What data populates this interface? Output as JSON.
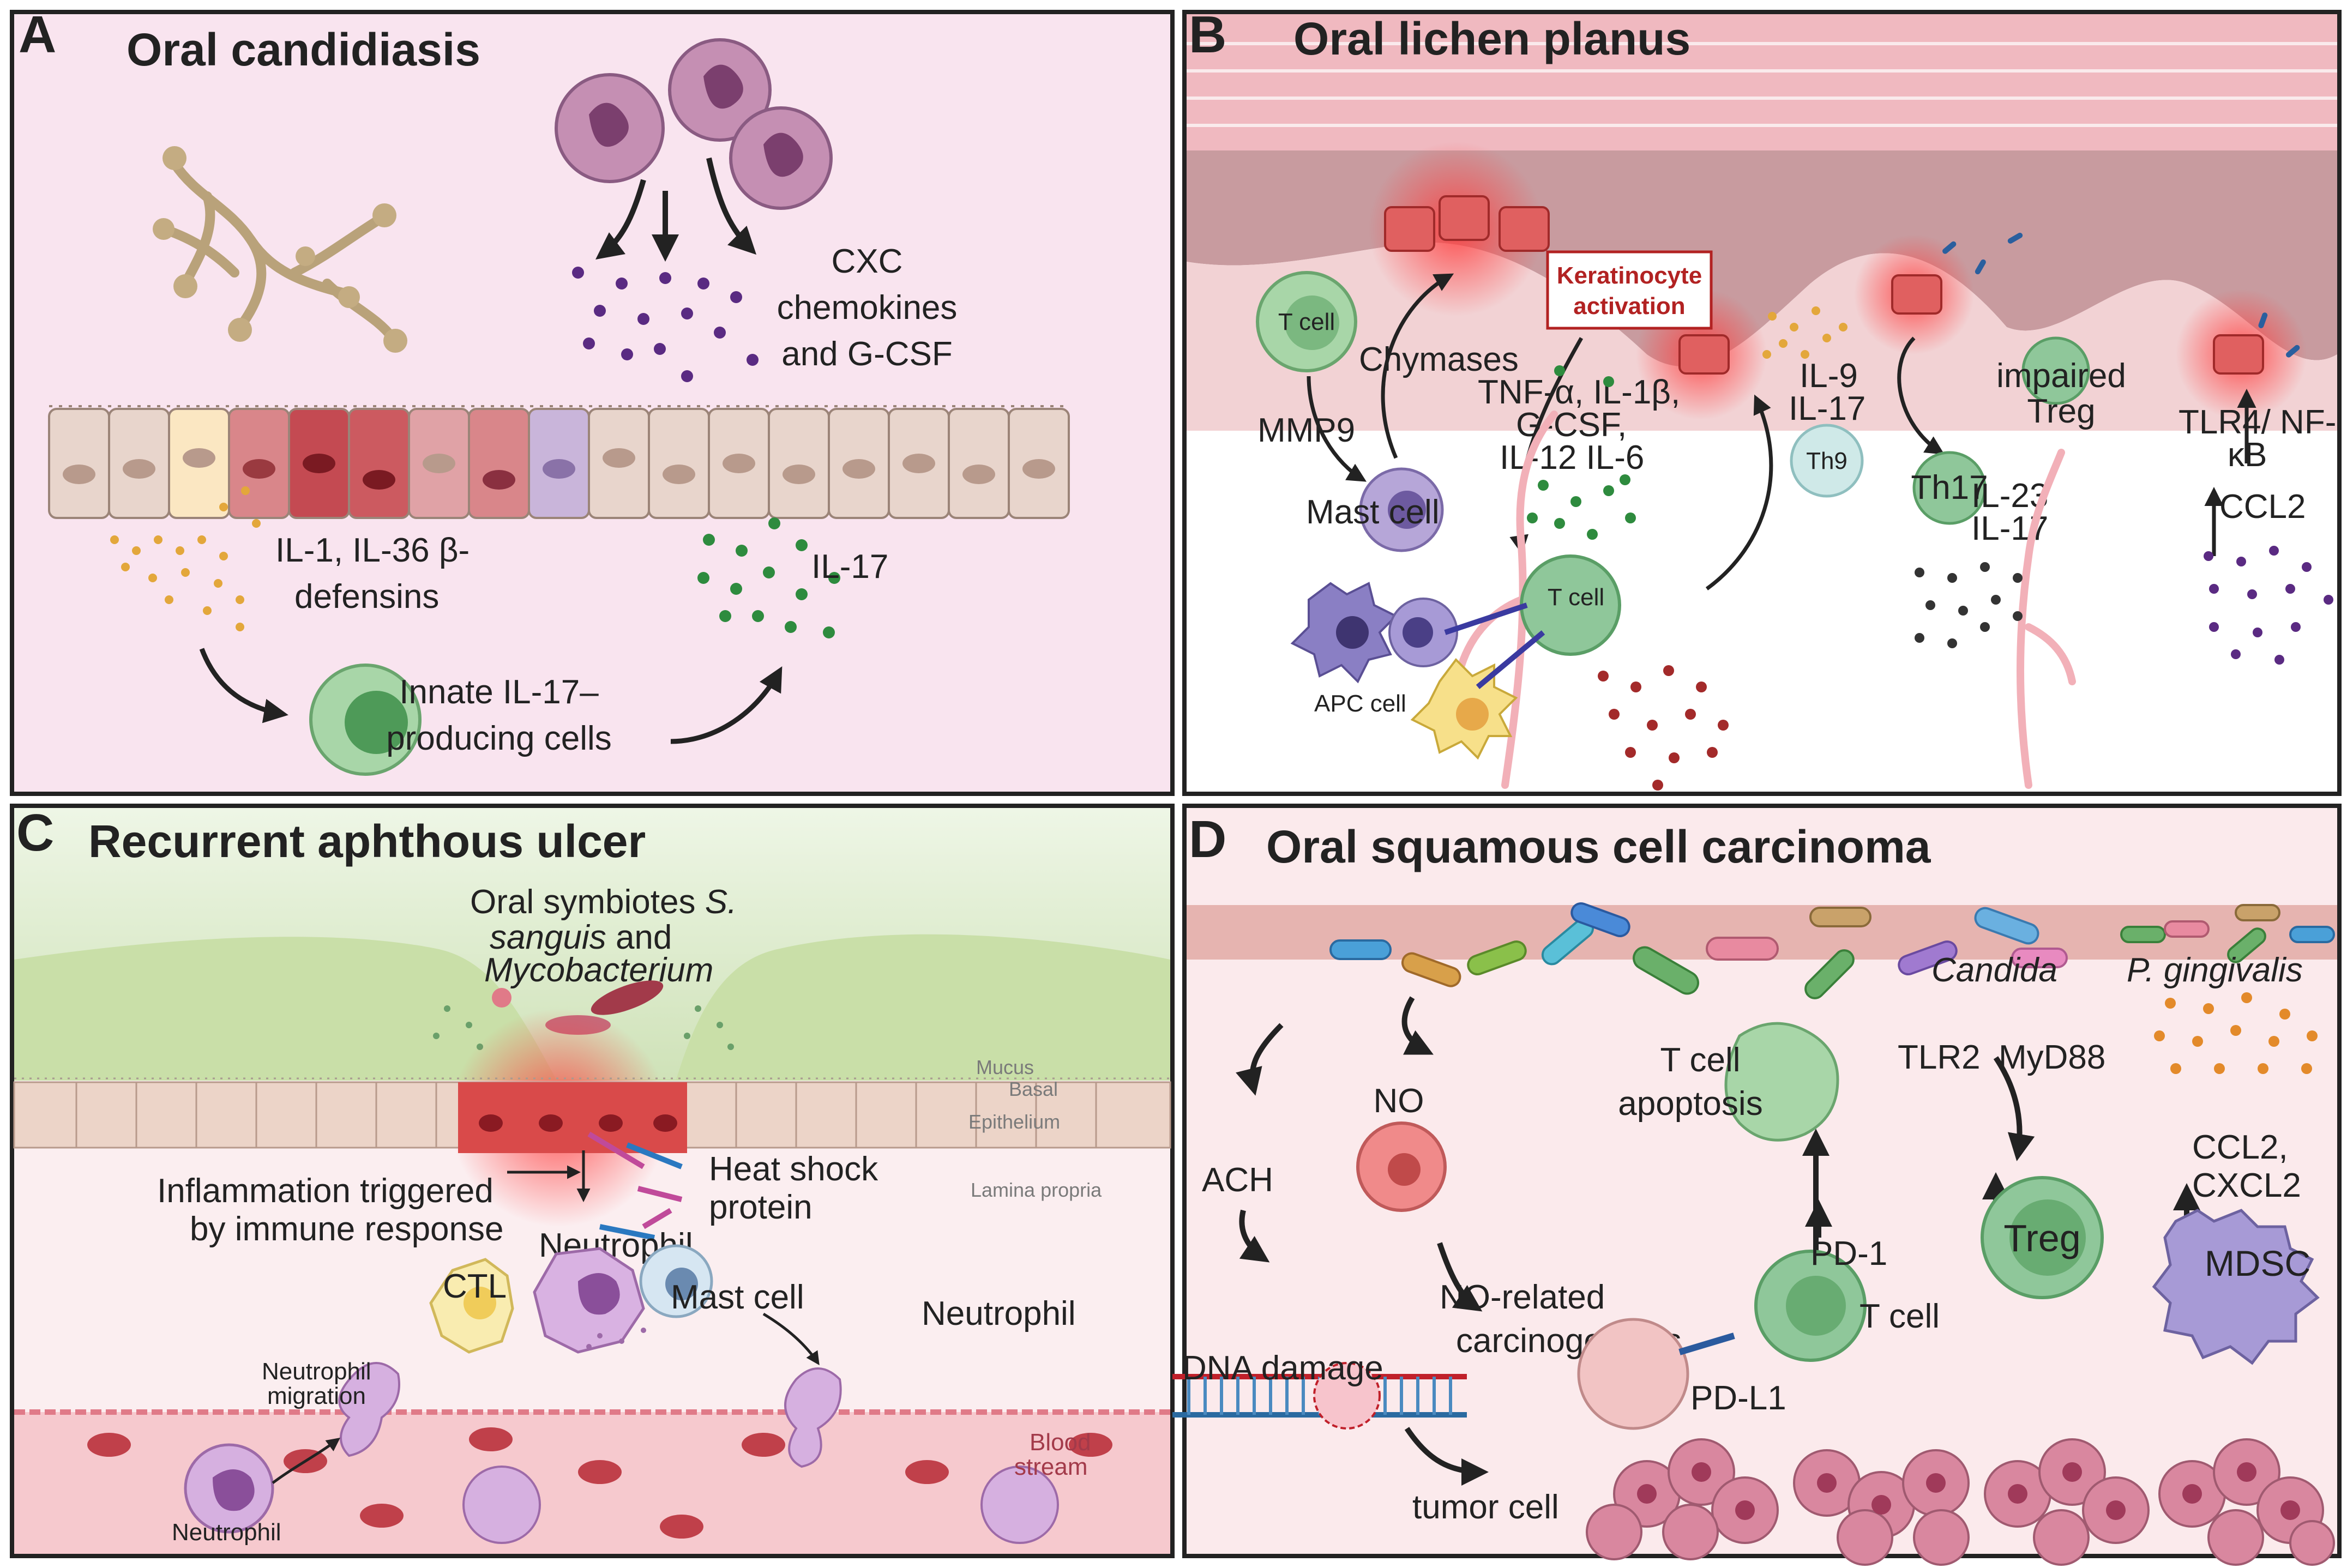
{
  "panels": {
    "a": {
      "letter": "A",
      "title": "Oral candidiasis",
      "cxc_lines": [
        "CXC",
        "chemokines",
        "and G-CSF"
      ],
      "il1_lines": [
        "IL-1, IL-36 β-",
        "defensins"
      ],
      "il17": "IL-17",
      "innate_lines": [
        "Innate IL-17–",
        "producing cells"
      ]
    },
    "b": {
      "letter": "B",
      "title": "Oral lichen planus",
      "keratinocyte_lines": [
        "Keratinocyte",
        "activation"
      ],
      "t_cell_top": "T cell",
      "chymases": "Chymases",
      "mmp9": "MMP9",
      "mast_cell": "Mast cell",
      "cytokines_lines": [
        "TNF-α, IL-1β,",
        "G-CSF,",
        "IL-12 IL-6"
      ],
      "il9_lines": [
        "IL-9",
        "IL-17"
      ],
      "th9": "Th9",
      "impaired_treg_lines": [
        "impaired",
        "Treg"
      ],
      "th17": "Th17",
      "il23_lines": [
        "IL-23",
        "IL-17"
      ],
      "tlr4_lines": [
        "TLR4/ NF-",
        "κB"
      ],
      "ccl2": "CCL2",
      "t_cell_mid": "T cell",
      "apc_cell": "APC cell"
    },
    "c": {
      "letter": "C",
      "title": "Recurrent aphthous ulcer",
      "symbiotes_line1": "Oral symbiotes",
      "symbiotes_s": "S.",
      "symbiotes_sanguis": "sanguis",
      "symbiotes_and": "and",
      "symbiotes_myco": "Mycobacterium",
      "mucus": "Mucus",
      "basal": "Basal",
      "epithelium": "Epithelium",
      "lamina": "Lamina propria",
      "inflammation_lines": [
        "Inflammation triggered",
        "by immune response"
      ],
      "heat_shock_lines": [
        "Heat shock",
        "protein"
      ],
      "neutrophil_mid": "Neutrophil",
      "ctl": "CTL",
      "mast_cell": "Mast cell",
      "neutrophil_right": "Neutrophil",
      "migration_lines": [
        "Neutrophil",
        "migration"
      ],
      "blood_lines": [
        "Blood",
        "stream"
      ],
      "neutrophil_bottom": "Neutrophil"
    },
    "d": {
      "letter": "D",
      "title": "Oral squamous cell carcinoma",
      "candida": "Candida",
      "pgingivalis": "P. gingivalis",
      "no": "NO",
      "ach": "ACH",
      "tcell_apoptosis_lines": [
        "T cell",
        "apoptosis"
      ],
      "tlr2": "TLR2",
      "myd88": "MyD88",
      "treg": "Treg",
      "ccl2_lines": [
        "CCL2,",
        "CXCL2"
      ],
      "mdsc": "MDSC",
      "pd1": "PD-1",
      "t_cell": "T cell",
      "no_related_lines": [
        "NO-related",
        "carcinogenesis"
      ],
      "dna_damage": "DNA damage",
      "pdl1": "PD-L1",
      "tumor_cell": "tumor cell"
    }
  },
  "colors": {
    "panel_a_bg": "#f9e4ef",
    "panel_b_epi": "#c89b9f",
    "panel_c_bg": "#fbeef0",
    "panel_d_bg": "#fbeaec",
    "neutrophil": "#b07fa8",
    "green_cell": "#8fc79a",
    "keratinocyte_glow": "#ff4a4a",
    "il17_dot": "#2e8b3e",
    "purple_dot": "#5a2a82",
    "orange_dot": "#e3a73b",
    "tumor": "#d9879f"
  }
}
